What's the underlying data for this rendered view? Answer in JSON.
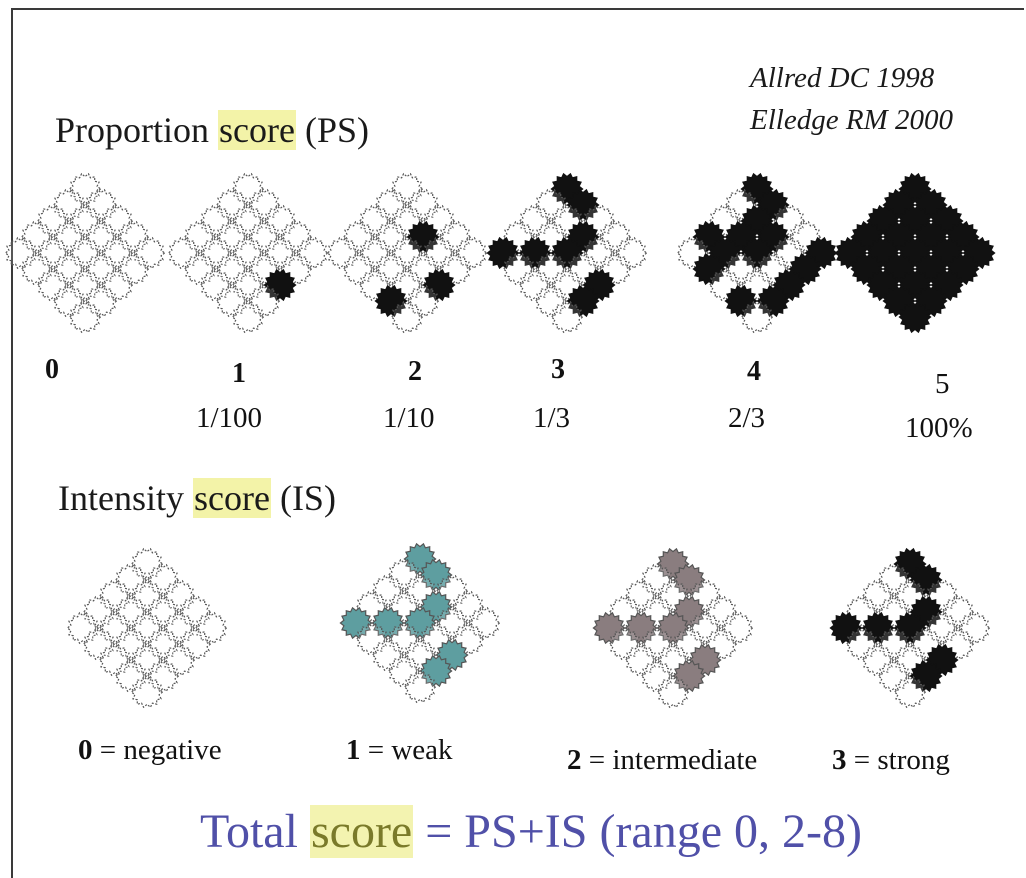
{
  "references": [
    "Allred DC 1998",
    "Elledge  RM 2000"
  ],
  "proportion": {
    "title_pre": "Proportion ",
    "title_hl": "score",
    "title_post": " (PS)",
    "scores": [
      {
        "score": "0",
        "fraction": "",
        "filled": []
      },
      {
        "score": "1",
        "fraction": "1/100",
        "filled": [
          14
        ]
      },
      {
        "score": "2",
        "fraction": "1/10",
        "filled": [
          7,
          14,
          23
        ]
      },
      {
        "score": "3",
        "fraction": "1/3",
        "filled": [
          0,
          1,
          7,
          12,
          14,
          16,
          19,
          20
        ]
      },
      {
        "score": "4",
        "fraction": "2/3",
        "filled": [
          0,
          1,
          4,
          6,
          7,
          9,
          11,
          12,
          14,
          15,
          16,
          19,
          21,
          23
        ]
      },
      {
        "score": "5",
        "fraction": "100%",
        "filled": [
          0,
          1,
          2,
          3,
          4,
          5,
          6,
          7,
          8,
          9,
          10,
          11,
          12,
          13,
          14,
          15,
          16,
          17,
          18,
          19,
          20,
          21,
          22,
          23,
          24
        ]
      }
    ]
  },
  "intensity": {
    "title_pre": "Intensity ",
    "title_hl": "score",
    "title_post": " (IS)",
    "scores": [
      {
        "score": "0",
        "label": " = negative",
        "color": "#ffffff",
        "filled": []
      },
      {
        "score": "1",
        "label": " = weak",
        "color": "#5e9ea0",
        "filled": [
          0,
          1,
          7,
          12,
          14,
          16,
          19,
          20
        ]
      },
      {
        "score": "2",
        "label": " = intermediate",
        "color": "#8a7d7f",
        "filled": [
          0,
          1,
          7,
          12,
          14,
          16,
          19,
          20
        ]
      },
      {
        "score": "3",
        "label": " = strong",
        "color": "#111111",
        "filled": [
          0,
          1,
          7,
          12,
          14,
          16,
          19,
          20
        ]
      }
    ]
  },
  "total": {
    "pre": "Total ",
    "hl": "score",
    "post": " = PS+IS (range 0, 2-8)"
  },
  "colors": {
    "cell_outline": "#555555",
    "cell_empty": "#ffffff",
    "ps_filled": "#111111"
  }
}
